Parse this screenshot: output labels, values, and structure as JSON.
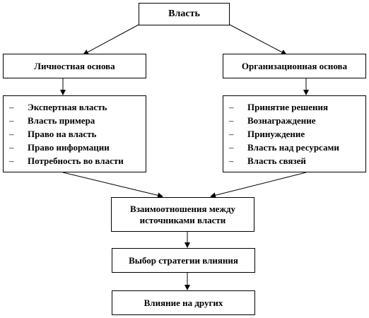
{
  "nodes": {
    "root": "Власть",
    "personal_basis": "Личностная основа",
    "organizational_basis": "Организационная основа",
    "personal_items": [
      "Экспертная власть",
      "Власть примера",
      "Право на власть",
      "Право информации",
      "Потребность во власти"
    ],
    "organizational_items": [
      "Принятие решения",
      "Вознаграждение",
      "Принуждение",
      "Власть над ресурсами",
      "Власть связей"
    ],
    "relationships_line1": "Взаимоотношения между",
    "relationships_line2": "источниками власти",
    "strategy": "Выбор стратегии влияния",
    "influence": "Влияние на других"
  },
  "bullet_symbol": "–"
}
